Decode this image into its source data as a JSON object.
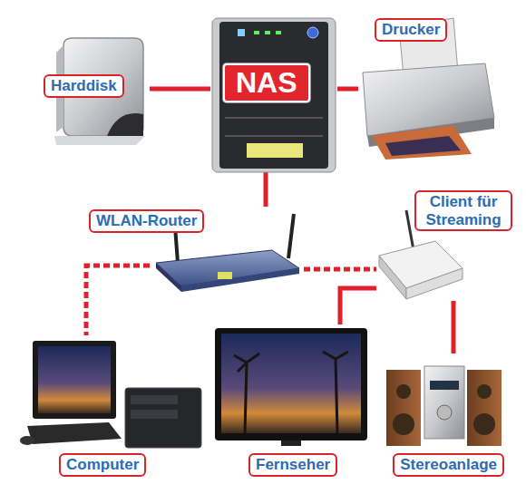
{
  "diagram": {
    "nodes": [
      {
        "text": [
          "Harddisk"
        ]
      },
      {
        "text": [
          "NAS"
        ]
      },
      {
        "text": [
          "Drucker"
        ]
      },
      {
        "text": [
          "WLAN-Router"
        ]
      },
      {
        "text": [
          "Client für Streaming"
        ]
      },
      {
        "text": [
          "Computer"
        ]
      },
      {
        "text": [
          "Fernseher"
        ]
      },
      {
        "text": [
          "Stereoanlage"
        ]
      }
    ],
    "edges": [
      {
        "from": 0,
        "to": 1,
        "arrow": "none"
      },
      {
        "from": 1,
        "to": 2,
        "arrow": "none"
      },
      {
        "from": 1,
        "to": 3,
        "arrow": "none"
      },
      {
        "from": 3,
        "to": 5,
        "arrow": "none"
      },
      {
        "from": 3,
        "to": 4,
        "arrow": "none"
      },
      {
        "from": 4,
        "to": 6,
        "arrow": "none"
      },
      {
        "from": 4,
        "to": 7,
        "arrow": "none"
      }
    ]
  }
}
